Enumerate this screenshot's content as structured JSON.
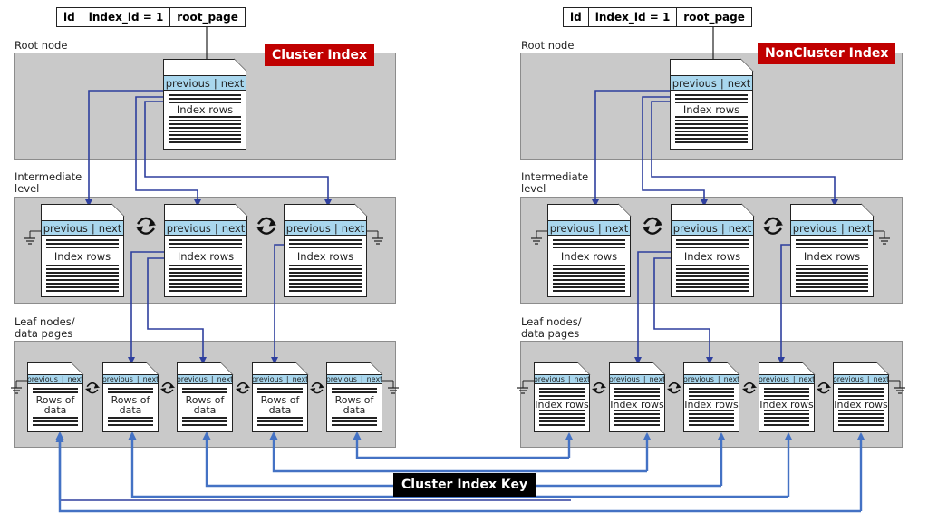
{
  "left_panel": {
    "badge": "Cluster Index",
    "header": {
      "id": "id",
      "index_id": "index_id = 1",
      "root_page": "root_page"
    },
    "labels": {
      "root": "Root node",
      "intermediate": "Intermediate\nlevel",
      "leaf": "Leaf nodes/\ndata pages"
    },
    "root_page": {
      "previous": "previous",
      "next": "next",
      "text": "Index rows"
    },
    "intermediate_pages": [
      {
        "previous": "previous",
        "next": "next",
        "text": "Index rows"
      },
      {
        "previous": "previous",
        "next": "next",
        "text": "Index rows"
      },
      {
        "previous": "previous",
        "next": "next",
        "text": "Index rows"
      }
    ],
    "leaf_pages": [
      {
        "previous": "previous",
        "next": "next",
        "text": "Rows of\ndata"
      },
      {
        "previous": "previous",
        "next": "next",
        "text": "Rows of\ndata"
      },
      {
        "previous": "previous",
        "next": "next",
        "text": "Rows of\ndata"
      },
      {
        "previous": "previous",
        "next": "next",
        "text": "Rows of\ndata"
      },
      {
        "previous": "previous",
        "next": "next",
        "text": "Rows of\ndata"
      }
    ]
  },
  "right_panel": {
    "badge": "NonCluster Index",
    "header": {
      "id": "id",
      "index_id": "index_id = 1",
      "root_page": "root_page"
    },
    "labels": {
      "root": "Root node",
      "intermediate": "Intermediate\nlevel",
      "leaf": "Leaf nodes/\ndata pages"
    },
    "root_page": {
      "previous": "previous",
      "next": "next",
      "text": "Index rows"
    },
    "intermediate_pages": [
      {
        "previous": "previous",
        "next": "next",
        "text": "Index rows"
      },
      {
        "previous": "previous",
        "next": "next",
        "text": "Index rows"
      },
      {
        "previous": "previous",
        "next": "next",
        "text": "Index rows"
      }
    ],
    "leaf_pages": [
      {
        "previous": "previous",
        "next": "next",
        "text": "Index rows"
      },
      {
        "previous": "previous",
        "next": "next",
        "text": "Index rows"
      },
      {
        "previous": "previous",
        "next": "next",
        "text": "Index rows"
      },
      {
        "previous": "previous",
        "next": "next",
        "text": "Index rows"
      },
      {
        "previous": "previous",
        "next": "next",
        "text": "Index rows"
      }
    ]
  },
  "cluster_key_label": "Cluster Index Key",
  "colors": {
    "pointer": "#2e3f9e",
    "key_link": "#4472c4",
    "level_bg": "#c9c9c9",
    "page_header": "#a9d7ee",
    "badge": "#c00000"
  }
}
